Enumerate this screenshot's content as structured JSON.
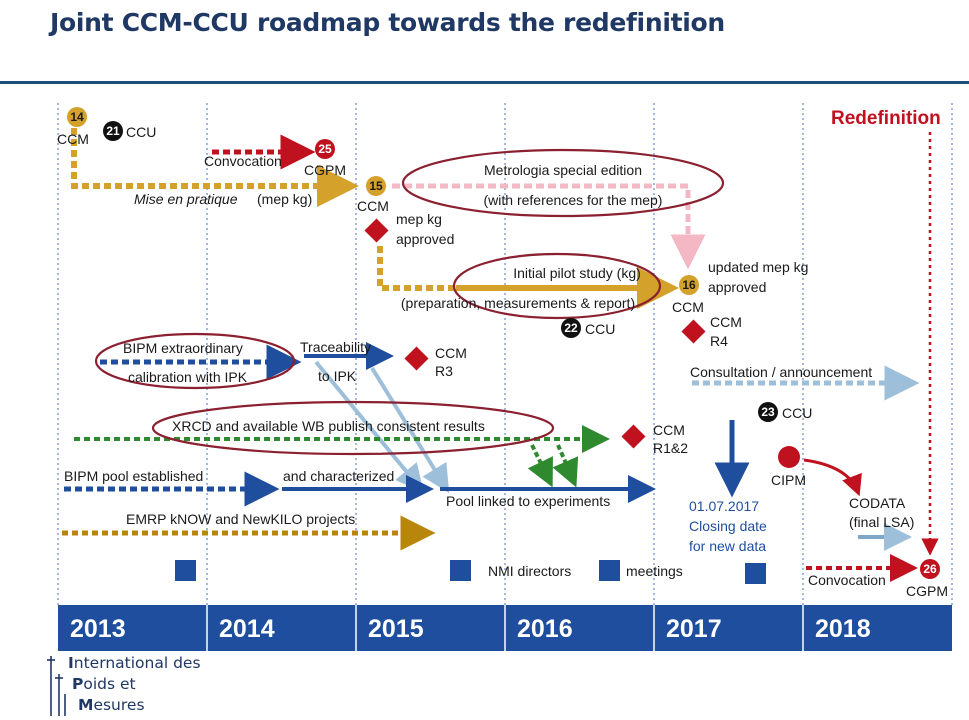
{
  "title": "Joint CCM-CCU roadmap towards the redefinition",
  "years": [
    "2013",
    "2014",
    "2015",
    "2016",
    "2017",
    "2018"
  ],
  "colors": {
    "navy": "#1f4e9e",
    "gold": "#d4a12a",
    "red": "#c0111e",
    "green": "#2f8a2f",
    "pink": "#f4b8c4",
    "lightblue": "#9dbfd9",
    "olive": "#b8860b",
    "ellipse": "#8b2030",
    "brand": "#1f3864"
  },
  "labels": {
    "redefinition": "Redefinition",
    "ccm_14": "CCM",
    "ccu_21": "CCU",
    "convocation_1": "Convocation",
    "cgpm_25": "CGPM",
    "mise_en_pratique": "Mise en pratique",
    "mep_kg": "(mep kg)",
    "ccm_15": "CCM",
    "metrologia_1": "Metrologia special edition",
    "metrologia_2": "(with references for the mep)",
    "mep_kg_approved_1": "mep kg",
    "mep_kg_approved_2": "approved",
    "pilot_1": "Initial pilot study (kg)",
    "pilot_2": "(preparation, measurements & report)",
    "ccu_22": "CCU",
    "updated_mep_1": "updated mep kg",
    "updated_mep_2": "approved",
    "ccm_16": "CCM",
    "ccm_r4_1": "CCM",
    "ccm_r4_2": "R4",
    "bipm_calib_1": "BIPM extraordinary",
    "bipm_calib_2": "calibration with IPK",
    "traceability_1": "Traceability",
    "traceability_2": "to IPK",
    "ccm_r3_1": "CCM",
    "ccm_r3_2": "R3",
    "consultation": "Consultation / announcement",
    "ccu_23": "CCU",
    "xrcd": "XRCD and available WB publish consistent results",
    "ccm_r12_1": "CCM",
    "ccm_r12_2": "R1&2",
    "cipm": "CIPM",
    "bipm_pool": "BIPM pool established",
    "characterized": "and characterized",
    "pool_linked": "Pool linked to experiments",
    "closing_1": "01.07.2017",
    "closing_2": "Closing date",
    "closing_3": "for new data",
    "codata_1": "CODATA",
    "codata_2": "(final LSA)",
    "emrp": "EMRP kNOW and NewKILO projects",
    "nmi_directors": "NMI directors",
    "meetings": "meetings",
    "convocation_2": "Convocation",
    "cgpm_26": "CGPM"
  },
  "badges": {
    "ccm_14": "14",
    "ccu_21": "21",
    "cgpm_25": "25",
    "ccm_15": "15",
    "ccu_22": "22",
    "ccm_16": "16",
    "ccu_23": "23",
    "cgpm_26": "26"
  },
  "logo": {
    "line1_initial": "I",
    "line1_rest": "nternational des",
    "line2_initial": "P",
    "line2_rest": "oids et",
    "line3_initial": "M",
    "line3_rest": "esures"
  }
}
